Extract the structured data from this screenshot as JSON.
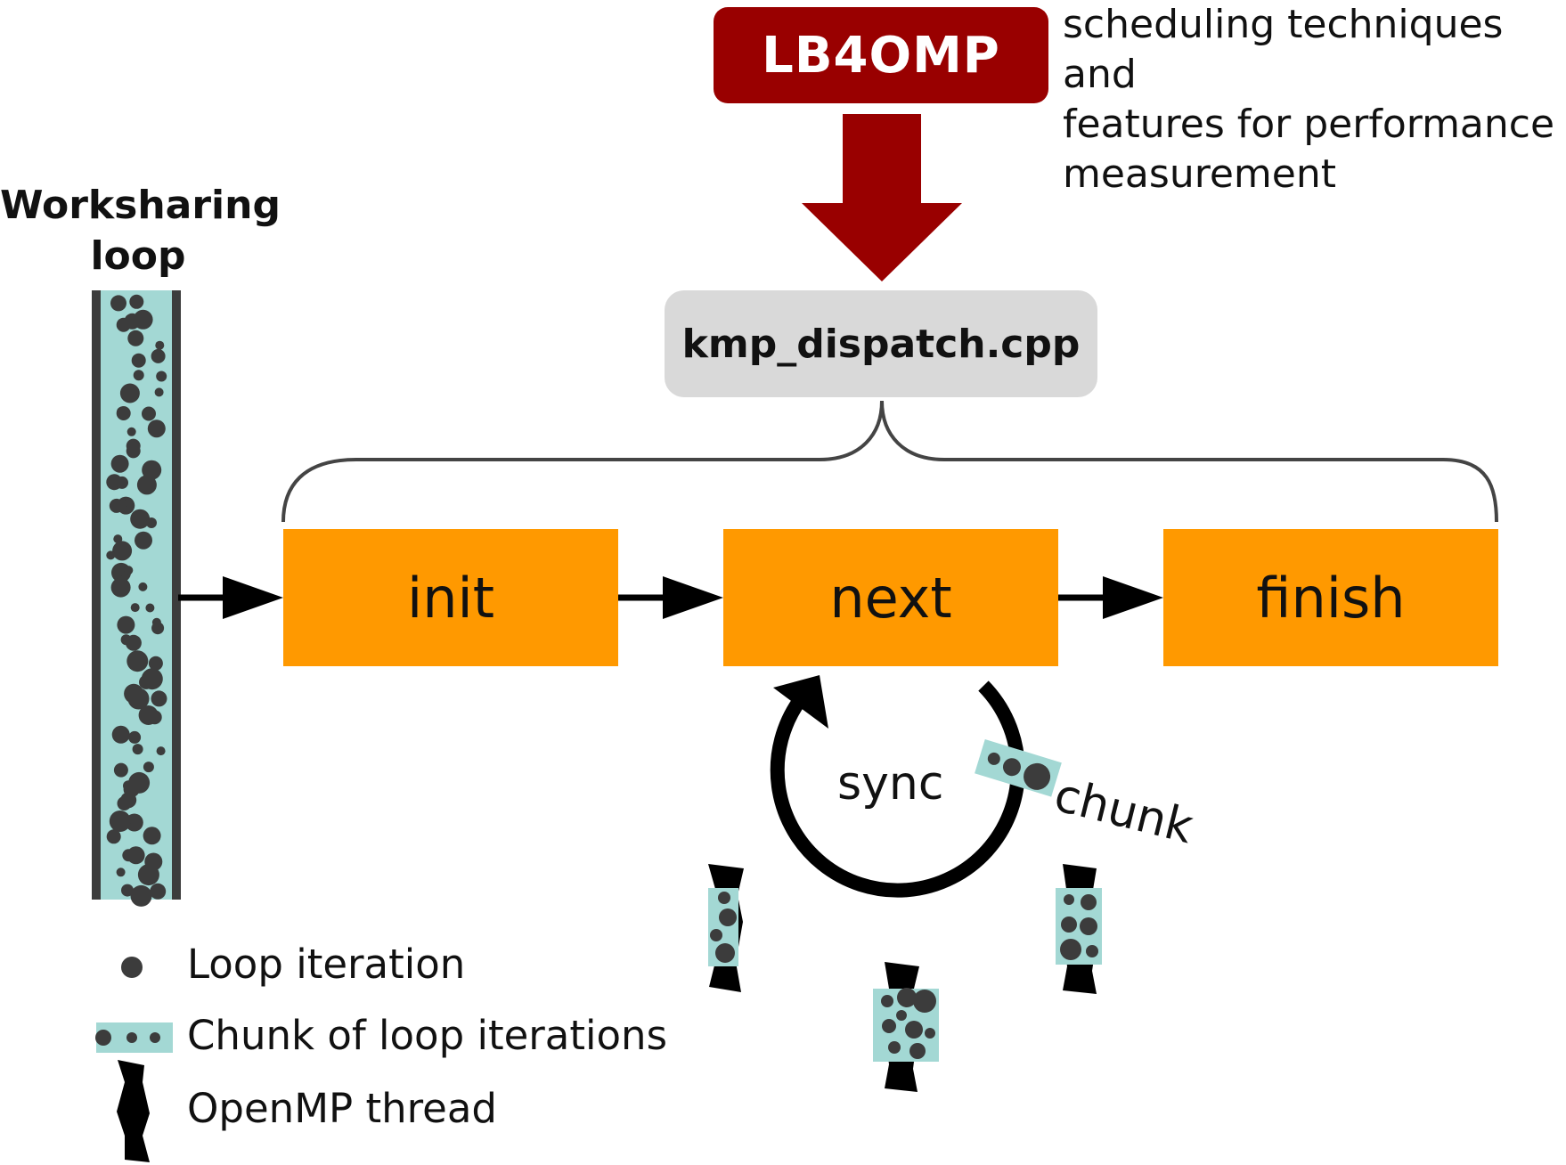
{
  "lb4omp": {
    "label": "LB4OMP"
  },
  "description": {
    "text": "scheduling techniques\nand\nfeatures for performance\nmeasurement"
  },
  "dispatch_file": {
    "label": "kmp_dispatch.cpp"
  },
  "worksharing_loop": {
    "label": "Worksharing\nloop"
  },
  "phases": {
    "init": "init",
    "next": "next",
    "finish": "finish"
  },
  "cycle": {
    "sync_label": "sync",
    "chunk_label": "chunk"
  },
  "legend": {
    "loop_iteration": "Loop iteration",
    "chunk": "Chunk of loop iterations",
    "thread": "OpenMP thread"
  },
  "colors": {
    "lb4omp_red": "#990000",
    "phase_orange": "#ff9900",
    "chunk_teal": "#a3d8d4",
    "iteration_gray": "#3c3c3c",
    "dispatch_gray": "#d9d9d9"
  }
}
